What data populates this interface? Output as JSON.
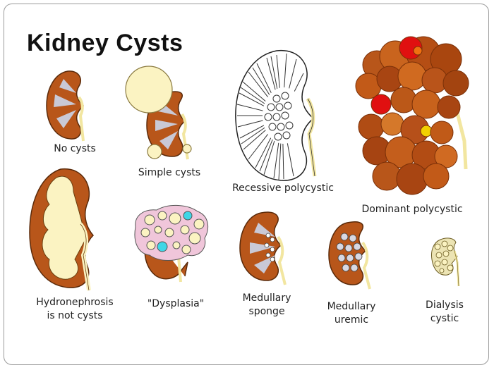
{
  "title": "Kidney Cysts",
  "labels": {
    "no_cysts": "No cysts",
    "simple_cysts": "Simple cysts",
    "recessive_polycystic": "Recessive polycystic",
    "dominant_polycystic": "Dominant polycystic",
    "hydronephrosis_line1": "Hydronephrosis",
    "hydronephrosis_line2": "is not cysts",
    "dysplasia": "\"Dysplasia\"",
    "medullary_sponge_line1": "Medullary",
    "medullary_sponge_line2": "sponge",
    "medullary_uremic_line1": "Medullary",
    "medullary_uremic_line2": "uremic",
    "dialysis_cystic_line1": "Dialysis",
    "dialysis_cystic_line2": "cystic"
  },
  "colors": {
    "kidney_brown": "#b8561a",
    "kidney_inner": "#c9c9d6",
    "cyst_cream": "#fbf3c2",
    "ureter": "#f2e6a0",
    "dysplasia_pink": "#f0c6da",
    "dysplasia_cyan": "#3fd6e6",
    "dominant_red": "#e01010",
    "dominant_yellow": "#f2d000"
  }
}
